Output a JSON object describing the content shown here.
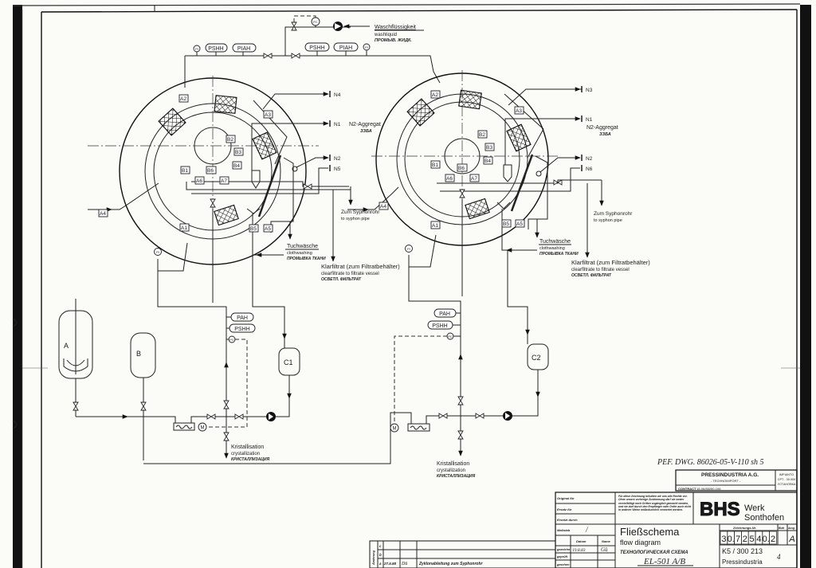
{
  "drawing": {
    "reference_note": "PEF. DWG. 86026-05-V-110 sh 5",
    "wash_liquid": {
      "de": "Waschflüssigkeit",
      "en": "washliquid",
      "ru": "ПРОМЫВ. ЖИДК."
    },
    "n2_unit": {
      "de": "N2-Aggregat",
      "ru": "ЗЗБА"
    },
    "syphon": {
      "de": "Zum Syphonrohr",
      "en": "to syphon pipe"
    },
    "cloth_washing": {
      "de": "Tuchwäsche",
      "en": "clothwashing",
      "ru": "ПРОМЫВКА ТКАНИ"
    },
    "clear_filtrate": {
      "de": "Klarfiltrat (zum Filtratbehälter)",
      "en": "clearfiltrate to filtrate vessel",
      "ru": "ОСВЕТЛ. ФИЛЬТРАТ"
    },
    "crystallization": {
      "de": "Kristallisation",
      "en": "crystallization",
      "ru": "КРИСТАЛЛИЗАЦИЯ"
    },
    "instruments": {
      "pi": "PI",
      "pshh": "PSHH",
      "piah": "PIAH",
      "pah": "PAH",
      "pc": "PC",
      "motor": "M"
    },
    "vessels": {
      "a": "A",
      "b": "B",
      "c1": "C1",
      "c2": "C2"
    },
    "filter1": {
      "nozzles": {
        "n4": "N4",
        "n1": "N1",
        "n2": "N2",
        "n5": "N5"
      },
      "tags": {
        "a1": "A1",
        "a2": "A2",
        "a3": "A3",
        "a4": "A4",
        "a5": "A5",
        "a6": "A6",
        "a7": "A7",
        "b1": "B1",
        "b2": "B2",
        "b3": "B3",
        "b4": "B4",
        "b5": "B5",
        "b6": "B6"
      }
    },
    "filter2": {
      "nozzles": {
        "n3": "N3",
        "n1": "N1",
        "n2": "N2",
        "n6": "N6"
      },
      "tags": {
        "a1": "A1",
        "a2": "A2",
        "a3": "A3",
        "a4": "A4",
        "a5": "A5",
        "a6": "A6",
        "a7": "A7",
        "b1": "B1",
        "b2": "B2",
        "b3": "B3",
        "b4": "B4",
        "b5": "B5",
        "b6": "B6"
      }
    }
  },
  "title_block": {
    "customer": "PRESSINDUSTRIA A.G.",
    "customer_sub": "- TECHNOIMPORT -",
    "contract_label": "CONTRACT",
    "contract_no": "16-06/86050-106",
    "plant": "IMPIANTO",
    "plant_sub": "CPT - 30.000",
    "plant_sub2": "УСТАНОВКА",
    "rights_notice": "Für diese Zeichnung behalten wir uns alle Rechte vor. Ohne unsere vorherige Zustimmung darf sie weder vervielfältigt noch Dritten zugänglich gemacht werden, und sie darf durch den Empfänger oder Dritte auch nicht in anderer Weise mißbräuchlich verwertet werden.",
    "company_logo": "BHS",
    "company_name_1": "Werk",
    "company_name_2": "Sonthofen",
    "original_label": "Original für",
    "replaces_label": "Ersatz für",
    "replaced_by_label": "Ersetzt durch",
    "scale_label": "Maßstab",
    "scale_value": "/",
    "date_header": "Datum",
    "name_header": "Name",
    "drawn_label": "gezeichn.",
    "drawn_date": "19.8.83",
    "drawn_name": "Gü",
    "checked_label": "geprüft",
    "approved_label": "gesehen",
    "title_de": "Fließschema",
    "title_en": "flow diagram",
    "title_ru": "ТЕХНОЛОГИЧЕСКАЯ СХЕМА",
    "title_code": "EL-501 A/B",
    "drawing_no_label": "Zeichnungs-Nr.",
    "drawing_no_digits": [
      "3",
      "0.",
      "7",
      "2",
      "5",
      "4",
      "0.",
      "2"
    ],
    "revision": "A",
    "sheet_label": "Blatt",
    "rev_label": "Ausg.",
    "job_no": "K5 / 300 213",
    "job_company": "Pressindustria",
    "sheet_no": "4"
  },
  "revisions": {
    "side_label": "Änderung",
    "rows": [
      {
        "mark": "c",
        "date": "",
        "name": "",
        "text": ""
      },
      {
        "mark": "b",
        "date": "",
        "name": "",
        "text": ""
      },
      {
        "mark": "a",
        "date": "27.6.88",
        "name": "Dü",
        "text": "Zyklonableitung zum Syphonrohr"
      }
    ]
  }
}
